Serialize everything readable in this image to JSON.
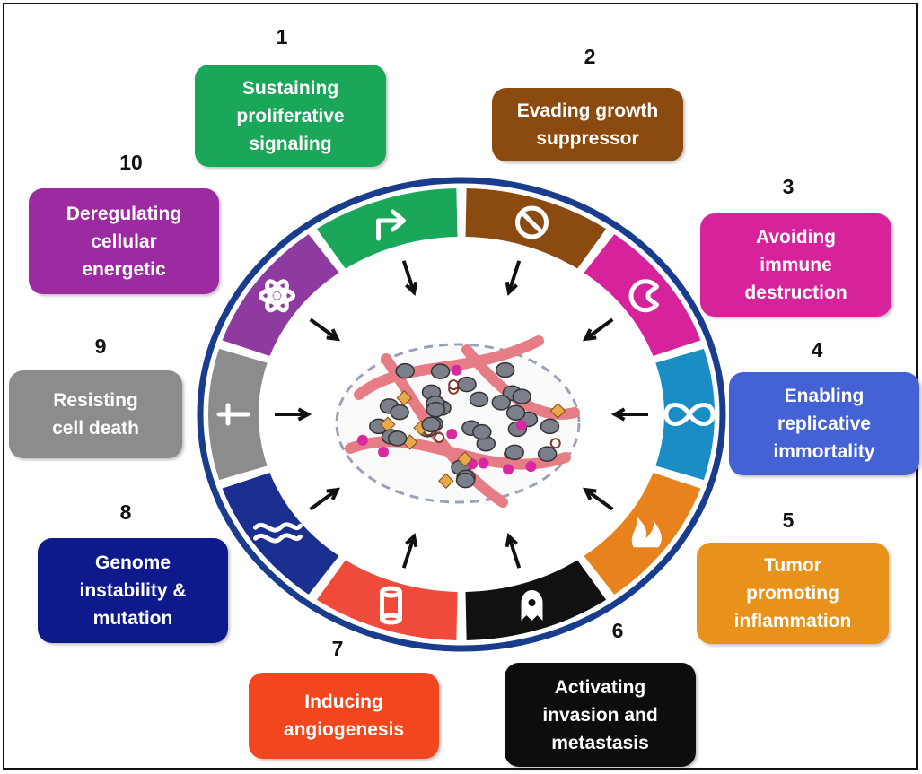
{
  "hallmarks": [
    {
      "number": "1",
      "lines": [
        "Sustaining",
        "proliferative",
        "signaling"
      ],
      "color": "#1aa75a",
      "icon": "arrow-icon"
    },
    {
      "number": "2",
      "lines": [
        "Evading growth",
        "suppressor"
      ],
      "color": "#8b4a10",
      "icon": "prohibition-icon"
    },
    {
      "number": "3",
      "lines": [
        "Avoiding",
        "immune",
        "destruction"
      ],
      "color": "#d6239b",
      "icon": "immune-cell-icon"
    },
    {
      "number": "4",
      "lines": [
        "Enabling",
        "replicative",
        "immortality"
      ],
      "color": "#4461d6",
      "icon": "infinity-icon"
    },
    {
      "number": "5",
      "lines": [
        "Tumor",
        "promoting",
        "inflammation"
      ],
      "color": "#e8921c",
      "icon": "flame-icon"
    },
    {
      "number": "6",
      "lines": [
        "Activating",
        "invasion and",
        "metastasis"
      ],
      "color": "#0d0d0d",
      "icon": "ghost-cell-icon"
    },
    {
      "number": "7",
      "lines": [
        "Inducing",
        "angiogenesis"
      ],
      "color": "#f2471e",
      "icon": "vessel-icon"
    },
    {
      "number": "8",
      "lines": [
        "Genome",
        "instability  &",
        "mutation"
      ],
      "color": "#0e1a8c",
      "icon": "dna-icon"
    },
    {
      "number": "9",
      "lines": [
        "Resisting",
        "cell death"
      ],
      "color": "#8c8c8c",
      "icon": "cross-icon"
    },
    {
      "number": "10",
      "lines": [
        "Deregulating",
        "cellular",
        "energetic"
      ],
      "color": "#9c2aa0",
      "icon": "atom-icon"
    }
  ],
  "wheel": {
    "ring_color": "#1a3c8c",
    "segment_colors": [
      "#1aa75a",
      "#8b4a10",
      "#d6239b",
      "#1a8ec4",
      "#e8821c",
      "#111111",
      "#ef4a3a",
      "#1a2f8f",
      "#8c8c8c",
      "#8f3aa0"
    ],
    "center": "tumor-microenvironment-illustration"
  }
}
